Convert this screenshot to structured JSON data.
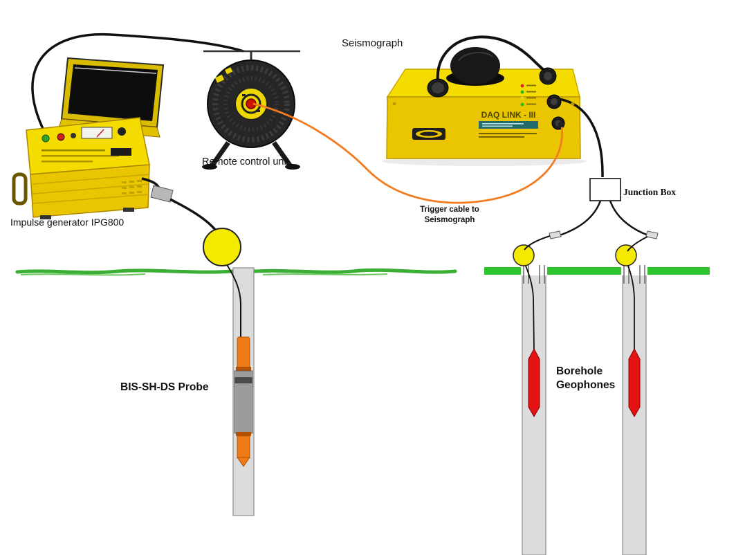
{
  "labels": {
    "seismograph": "Seismograph",
    "remote_control_unit": "Remote control unit",
    "impulse_generator": "Impulse generator IPG800",
    "trigger_cable_line1": "Trigger cable to",
    "trigger_cable_line2": "Seismograph",
    "junction_box": "Junction Box",
    "probe": "BIS-SH-DS Probe",
    "geophones_line1": "Borehole",
    "geophones_line2": "Geophones",
    "seismograph_model": "DAQ LINK - III"
  },
  "colors": {
    "equipment_yellow": "#E9C600",
    "equipment_yellow_top": "#F5DC00",
    "ball_yellow": "#F4EA00",
    "ground_green": "#3BAE35",
    "ground_green_right": "#2EC42E",
    "borehole_gray": "#DCDCDC",
    "probe_orange": "#EE7A18",
    "probe_body_gray": "#9C9C9C",
    "geophone_red": "#E41212",
    "trigger_cable_orange": "#F47B20"
  }
}
